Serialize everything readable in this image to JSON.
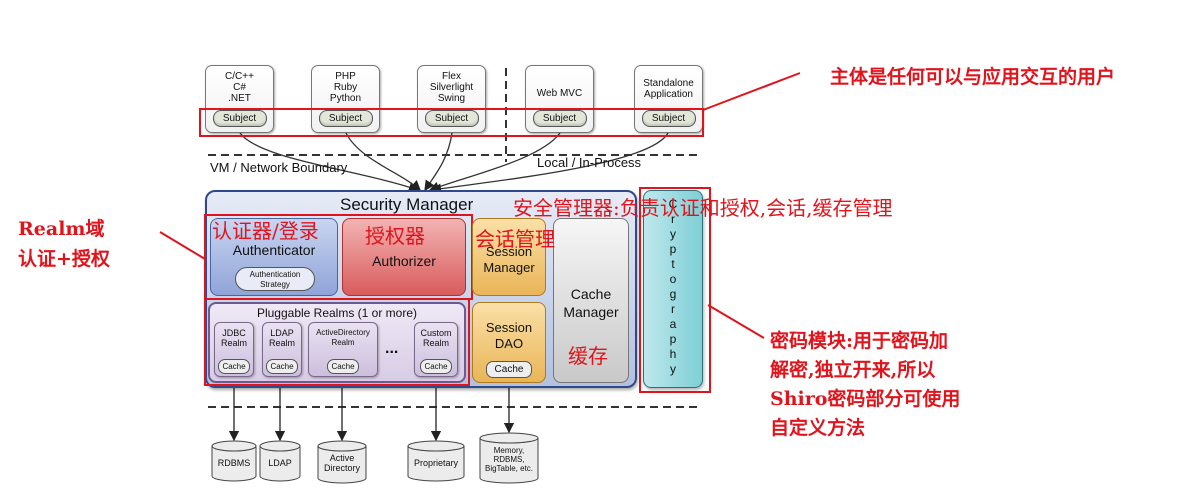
{
  "clients": [
    {
      "name": "C/C++\nC#\n.NET",
      "subject": "Subject"
    },
    {
      "name": "PHP\nRuby\nPython",
      "subject": "Subject"
    },
    {
      "name": "Flex\nSilverlight\nSwing",
      "subject": "Subject"
    },
    {
      "name": "Web MVC",
      "subject": "Subject"
    },
    {
      "name": "Standalone\nApplication",
      "subject": "Subject"
    }
  ],
  "boundaries": {
    "vm": "VM / Network Boundary",
    "local": "Local / In-Process"
  },
  "security_manager": {
    "title": "Security Manager",
    "authenticator": "Authenticator",
    "authentication_strategy": "Authentication\nStrategy",
    "authorizer": "Authorizer",
    "session_manager": "Session\nManager",
    "cache_manager": "Cache\nManager",
    "session_dao": "Session\nDAO",
    "cache": "Cache",
    "cryptography": [
      "C",
      "r",
      "y",
      "p",
      "t",
      "o",
      "g",
      "r",
      "a",
      "p",
      "h",
      "y"
    ]
  },
  "realms": {
    "title": "Pluggable Realms (1 or more)",
    "items": [
      {
        "name": "JDBC\nRealm",
        "cache": "Cache"
      },
      {
        "name": "LDAP\nRealm",
        "cache": "Cache"
      },
      {
        "name": "ActiveDirectory\nRealm",
        "cache": "Cache"
      },
      {
        "name": "Custom\nRealm",
        "cache": "Cache"
      }
    ],
    "ellipsis": "..."
  },
  "datastores": [
    {
      "name": "RDBMS"
    },
    {
      "name": "LDAP"
    },
    {
      "name": "Active\nDirectory"
    },
    {
      "name": "Proprietary"
    },
    {
      "name": "Memory,\nRDBMS,\nBigTable, etc."
    }
  ],
  "annotations": {
    "subject": "主体是任何可以与应用交互的用户",
    "realm_line1": "Realm域",
    "realm_line2": "认证+授权",
    "authenticator": "认证器/登录",
    "authorizer": "授权器",
    "session": "会话管理",
    "security_manager": "安全管理器:负责认证和授权,会话,缓存管理",
    "cache": "缓存",
    "crypto": [
      "密码模块:用于密码加",
      "解密,独立开来,所以",
      "Shiro密码部分可使用",
      "自定义方法"
    ]
  },
  "colors": {
    "annotation_red": "#e0141c",
    "frame_blue": "#2f4a8a"
  }
}
